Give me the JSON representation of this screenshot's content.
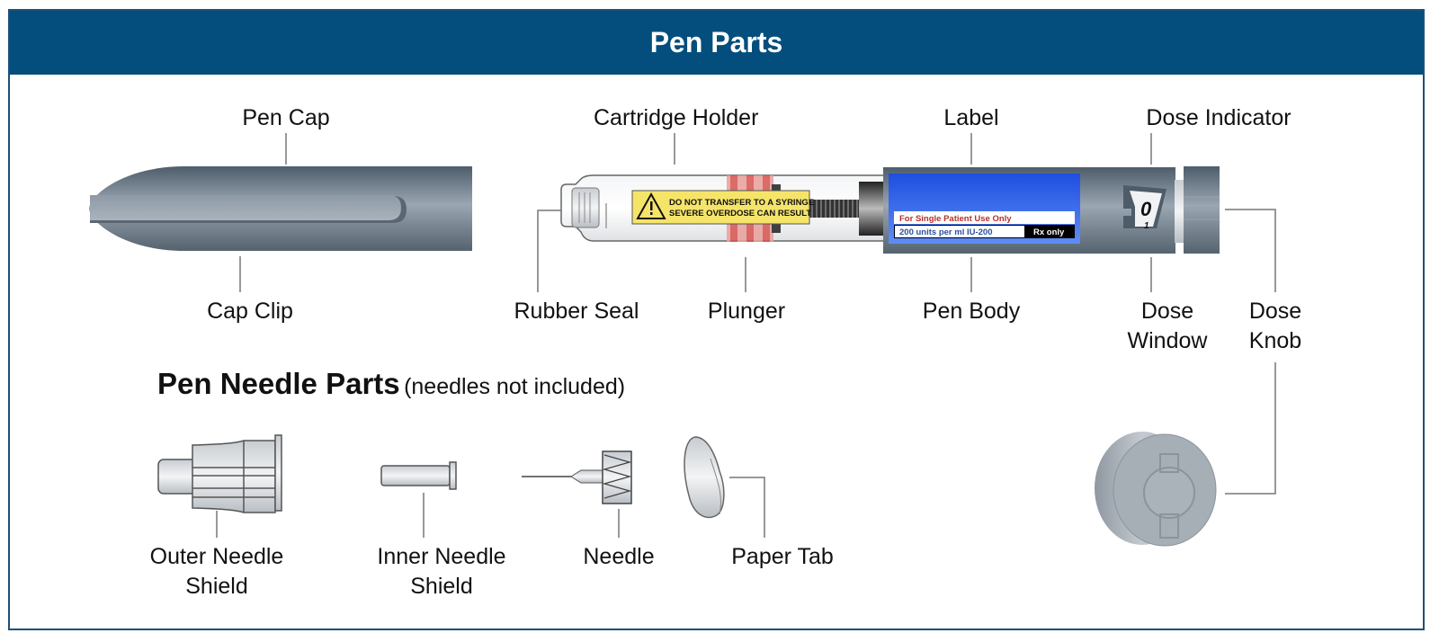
{
  "header": {
    "title": "Pen Parts"
  },
  "pen_parts": {
    "pen_cap": "Pen Cap",
    "cap_clip": "Cap Clip",
    "cartridge_holder": "Cartridge Holder",
    "rubber_seal": "Rubber Seal",
    "plunger": "Plunger",
    "label": "Label",
    "pen_body": "Pen Body",
    "dose_indicator": "Dose Indicator",
    "dose_window": [
      "Dose",
      "Window"
    ],
    "dose_knob": [
      "Dose",
      "Knob"
    ]
  },
  "cartridge_warning": [
    "DO NOT TRANSFER TO A SYRINGE",
    "SEVERE OVERDOSE CAN RESULT"
  ],
  "pen_label": {
    "line1": "For Single Patient Use Only",
    "line2": "200 units per ml IU-200",
    "rx": "Rx only"
  },
  "dose_display": {
    "current": "0",
    "next": "1"
  },
  "needle_section": {
    "title": "Pen Needle Parts",
    "note": "(needles not included)",
    "parts": {
      "outer_shield": [
        "Outer Needle",
        "Shield"
      ],
      "inner_shield": [
        "Inner Needle",
        "Shield"
      ],
      "needle": "Needle",
      "paper_tab": "Paper Tab"
    }
  },
  "colors": {
    "header_bg": "#034e7c",
    "pen_gray": "#6c7a88",
    "label_blue": "#2f62e8",
    "warning_yellow": "#f5e46a",
    "plunger_red": "#d9534f"
  }
}
